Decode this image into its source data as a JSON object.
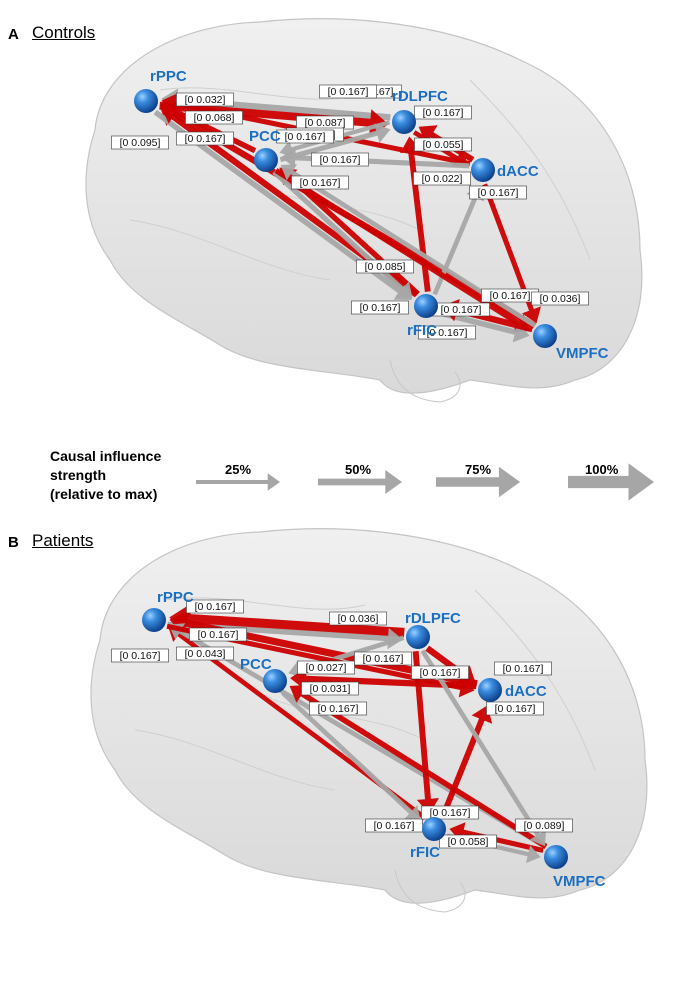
{
  "panels": [
    {
      "id": "A",
      "letter": "A",
      "title": "Controls",
      "nodes": [
        {
          "id": "rPPC",
          "label": "rPPC"
        },
        {
          "id": "rDLPFC",
          "label": "rDLPFC"
        },
        {
          "id": "PCC",
          "label": "PCC"
        },
        {
          "id": "dACC",
          "label": "dACC"
        },
        {
          "id": "rFIC",
          "label": "rFIC"
        },
        {
          "id": "VMPFC",
          "label": "VMPFC"
        }
      ],
      "edges": [
        {
          "from": "rDLPFC",
          "to": "rPPC",
          "color": "gray",
          "strength": 0.6,
          "weight": "[0 0.167]"
        },
        {
          "from": "rPPC",
          "to": "rDLPFC",
          "color": "red",
          "strength": 0.8,
          "weight": "[0 0.167]"
        },
        {
          "from": "dACC",
          "to": "rPPC",
          "color": "red",
          "strength": 0.45,
          "weight": "[0 0.032]"
        },
        {
          "from": "PCC",
          "to": "rPPC",
          "color": "red",
          "strength": 0.5,
          "weight": "[0 0.068]"
        },
        {
          "from": "PCC",
          "to": "rDLPFC",
          "color": "gray",
          "strength": 0.45,
          "weight": "[0 0.087]"
        },
        {
          "from": "rDLPFC",
          "to": "PCC",
          "color": "gray",
          "strength": 0.35,
          "weight": "[0 0.167]"
        },
        {
          "from": "dACC",
          "to": "rDLPFC",
          "color": "red",
          "strength": 0.55,
          "weight": "[0 0.167]"
        },
        {
          "from": "rDLPFC",
          "to": "dACC",
          "color": "red",
          "strength": 0.4,
          "weight": "[0 0.055]"
        },
        {
          "from": "dACC",
          "to": "PCC",
          "color": "gray",
          "strength": 0.45,
          "weight": "[0 0.167]"
        },
        {
          "from": "rFIC",
          "to": "rPPC",
          "color": "red",
          "strength": 0.6,
          "weight": "[0 0.095]"
        },
        {
          "from": "rPPC",
          "to": "rFIC",
          "color": "gray",
          "strength": 0.5,
          "weight": "[0 0.167]"
        },
        {
          "from": "VMPFC",
          "to": "rPPC",
          "color": "red",
          "strength": 0.6,
          "weight": "[0 0.167]"
        },
        {
          "from": "rFIC",
          "to": "PCC",
          "color": "red",
          "strength": 0.5,
          "weight": "[0 0.167]"
        },
        {
          "from": "rFIC",
          "to": "rDLPFC",
          "color": "red",
          "strength": 0.55,
          "weight": "[0 0.022]"
        },
        {
          "from": "rFIC",
          "to": "dACC",
          "color": "gray",
          "strength": 0.4,
          "weight": "[0 0.167]"
        },
        {
          "from": "PCC",
          "to": "rFIC",
          "color": "gray",
          "strength": 0.45,
          "weight": "[0 0.085]"
        },
        {
          "from": "PCC",
          "to": "VMPFC",
          "color": "red",
          "strength": 0.5,
          "weight": "[0 0.167]"
        },
        {
          "from": "dACC",
          "to": "VMPFC",
          "color": "red",
          "strength": 0.45,
          "weight": "[0 0.036]"
        },
        {
          "from": "rFIC",
          "to": "VMPFC",
          "color": "gray",
          "strength": 0.5,
          "weight": "[0 0.167]"
        },
        {
          "from": "VMPFC",
          "to": "rFIC",
          "color": "red",
          "strength": 0.6,
          "weight": "[0 0.167]"
        },
        {
          "from": "VMPFC",
          "to": "PCC",
          "color": "gray",
          "strength": 0.4,
          "weight": "[0 0.167]"
        }
      ]
    },
    {
      "id": "B",
      "letter": "B",
      "title": "Patients",
      "nodes": [
        {
          "id": "rPPC",
          "label": "rPPC"
        },
        {
          "id": "rDLPFC",
          "label": "rDLPFC"
        },
        {
          "id": "PCC",
          "label": "PCC"
        },
        {
          "id": "dACC",
          "label": "dACC"
        },
        {
          "id": "rFIC",
          "label": "rFIC"
        },
        {
          "id": "VMPFC",
          "label": "VMPFC"
        }
      ],
      "edges": [
        {
          "from": "rDLPFC",
          "to": "rPPC",
          "color": "red",
          "strength": 1.0,
          "weight": "[0 0.167]"
        },
        {
          "from": "rPPC",
          "to": "rDLPFC",
          "color": "gray",
          "strength": 0.5,
          "weight": "[0 0.036]"
        },
        {
          "from": "dACC",
          "to": "rPPC",
          "color": "red",
          "strength": 0.7,
          "weight": "[0 0.167]"
        },
        {
          "from": "rFIC",
          "to": "rPPC",
          "color": "red",
          "strength": 0.4,
          "weight": "[0 0.167]"
        },
        {
          "from": "VMPFC",
          "to": "rPPC",
          "color": "gray",
          "strength": 0.4,
          "weight": "[0 0.043]"
        },
        {
          "from": "rDLPFC",
          "to": "PCC",
          "color": "gray",
          "strength": 0.4,
          "weight": "[0 0.027]"
        },
        {
          "from": "dACC",
          "to": "PCC",
          "color": "red",
          "strength": 0.6,
          "weight": "[0 0.031]"
        },
        {
          "from": "rDLPFC",
          "to": "dACC",
          "color": "red",
          "strength": 0.6,
          "weight": "[0 0.167]"
        },
        {
          "from": "rPPC",
          "to": "dACC",
          "color": "red",
          "strength": 0.45,
          "weight": "[0 0.167]"
        },
        {
          "from": "rFIC",
          "to": "dACC",
          "color": "red",
          "strength": 0.55,
          "weight": "[0 0.167]"
        },
        {
          "from": "rDLPFC",
          "to": "rFIC",
          "color": "red",
          "strength": 0.55,
          "weight": "[0 0.167]"
        },
        {
          "from": "VMPFC",
          "to": "PCC",
          "color": "red",
          "strength": 0.5,
          "weight": "[0 0.167]"
        },
        {
          "from": "PCC",
          "to": "rFIC",
          "color": "gray",
          "strength": 0.4,
          "weight": "[0 0.167]"
        },
        {
          "from": "rDLPFC",
          "to": "VMPFC",
          "color": "gray",
          "strength": 0.4,
          "weight": "[0 0.089]"
        },
        {
          "from": "VMPFC",
          "to": "rFIC",
          "color": "red",
          "strength": 0.45,
          "weight": "[0 0.058]"
        },
        {
          "from": "rFIC",
          "to": "VMPFC",
          "color": "gray",
          "strength": 0.35,
          "weight": "[0 0.167]"
        }
      ]
    }
  ],
  "legend": {
    "title_lines": [
      "Causal influence",
      "strength",
      "(relative to max)"
    ],
    "items": [
      {
        "label": "25%",
        "strength": 0.25
      },
      {
        "label": "50%",
        "strength": 0.5
      },
      {
        "label": "75%",
        "strength": 0.75
      },
      {
        "label": "100%",
        "strength": 1.0
      }
    ]
  },
  "colors": {
    "red": "#cc0000",
    "gray": "#a6a6a6",
    "node": "#1565c0",
    "node_label": "#1b6fc2",
    "brain_fill": "#dcdcdc"
  }
}
